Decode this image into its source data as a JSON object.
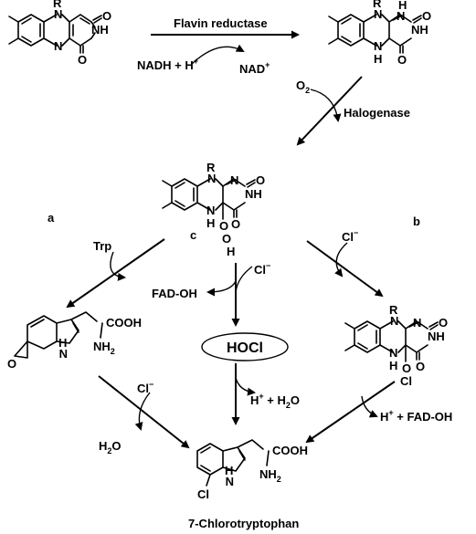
{
  "enzymes": {
    "flavin_reductase": "Flavin reductase",
    "halogenase": "Halogenase"
  },
  "reagents": {
    "nadh": "NADH + H",
    "nadh_sup": "+",
    "nad": "NAD",
    "nad_sup": "+",
    "o2": "O",
    "o2_sub": "2",
    "trp": "Trp",
    "cl_ion": "Cl",
    "minus": "−",
    "fad_oh": "FAD-OH",
    "h_plus": "H",
    "plus": "+",
    "h2o_tail": " + H",
    "h2o_o": "O",
    "h2o_sub": "2",
    "fad_plus": " + FAD-OH",
    "water_h": "H",
    "water_sub": "2",
    "water_o": "O"
  },
  "pathways": {
    "a": "a",
    "b": "b",
    "c": "c"
  },
  "hocl": "HOCl",
  "atoms": {
    "N": "N",
    "O": "O",
    "H": "H",
    "R": "R",
    "NH": "NH",
    "Cl": "Cl",
    "COOH": "COOH",
    "NH2": "NH",
    "sub2": "2"
  },
  "product": "7-Chlorotryptophan"
}
